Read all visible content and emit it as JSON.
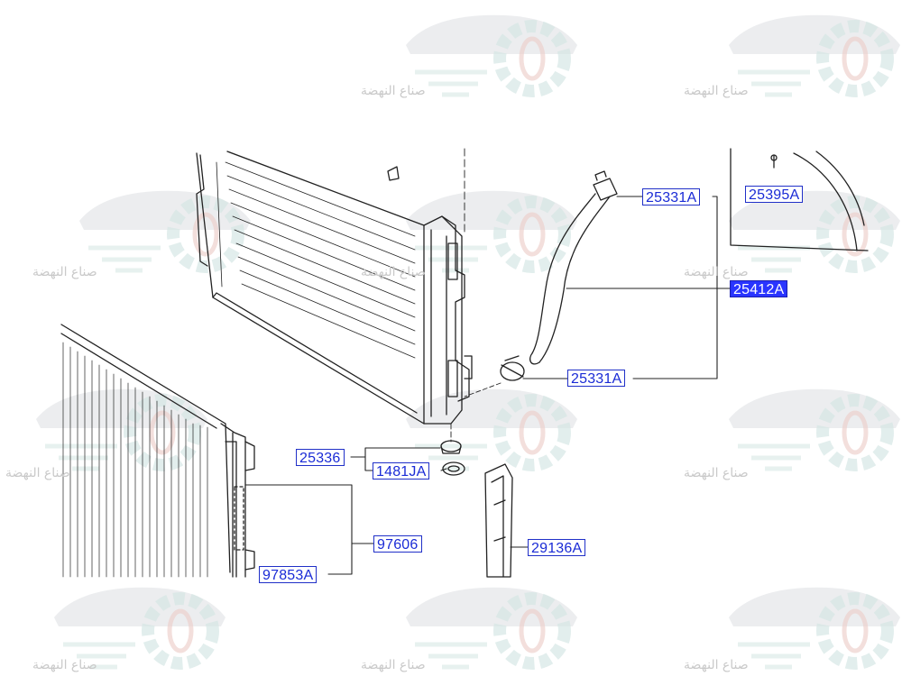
{
  "watermark_text": "صناع النهضة",
  "colors": {
    "label_text": "#1a2bd6",
    "label_border": "#2030c8",
    "selected_bg": "#2a35ff",
    "line": "#222222",
    "watermark_teal": "#cfe3e0",
    "watermark_grey": "#d6d9dc",
    "watermark_red": "#e9c9c4"
  },
  "parts": {
    "p25331a_top": "25331A",
    "p25395a": "25395A",
    "p25412a": "25412A",
    "p25331a_bottom": "25331A",
    "p25336": "25336",
    "p1481ja": "1481JA",
    "p97606": "97606",
    "p97853a": "97853A",
    "p29136a": "29136A"
  },
  "selected_part": "25412A"
}
